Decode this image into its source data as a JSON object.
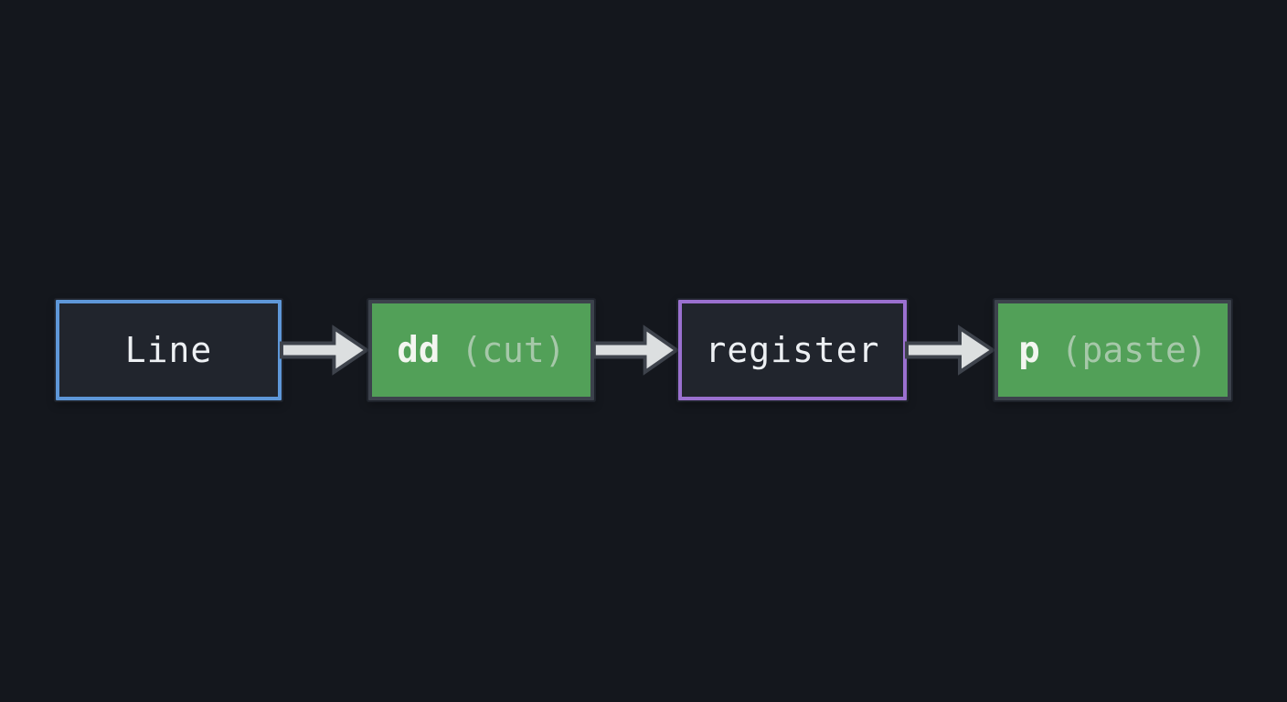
{
  "diagram": {
    "description": "Flow diagram of a line being cut into a register and pasted (vim dd/p commands)",
    "background_color": "#14171d",
    "nodes": [
      {
        "id": "line",
        "label": "Line",
        "kind": "data",
        "border_color": "#5e97d8",
        "fill_color": "#21252d",
        "text_color": "#edf0f3"
      },
      {
        "id": "dd-cut",
        "key": "dd",
        "annotation": " (cut)",
        "kind": "command",
        "border_color": "#3c424c",
        "fill_color": "#52a058",
        "key_color": "#f3f6f0",
        "annotation_color": "#a6c8a9"
      },
      {
        "id": "register",
        "label": "register",
        "kind": "data",
        "border_color": "#9a70cf",
        "fill_color": "#21252d",
        "text_color": "#edf0f3"
      },
      {
        "id": "p-paste",
        "key": "p",
        "annotation": " (paste)",
        "kind": "command",
        "border_color": "#3c424c",
        "fill_color": "#52a058",
        "key_color": "#f3f6f0",
        "annotation_color": "#a6c8a9"
      }
    ],
    "connections": [
      {
        "from": "line",
        "to": "dd-cut"
      },
      {
        "from": "dd-cut",
        "to": "register"
      },
      {
        "from": "register",
        "to": "p-paste"
      }
    ],
    "arrow_style": {
      "fill_color": "#dcdfe0",
      "outline_color": "#3e434c",
      "direction": "right"
    }
  }
}
